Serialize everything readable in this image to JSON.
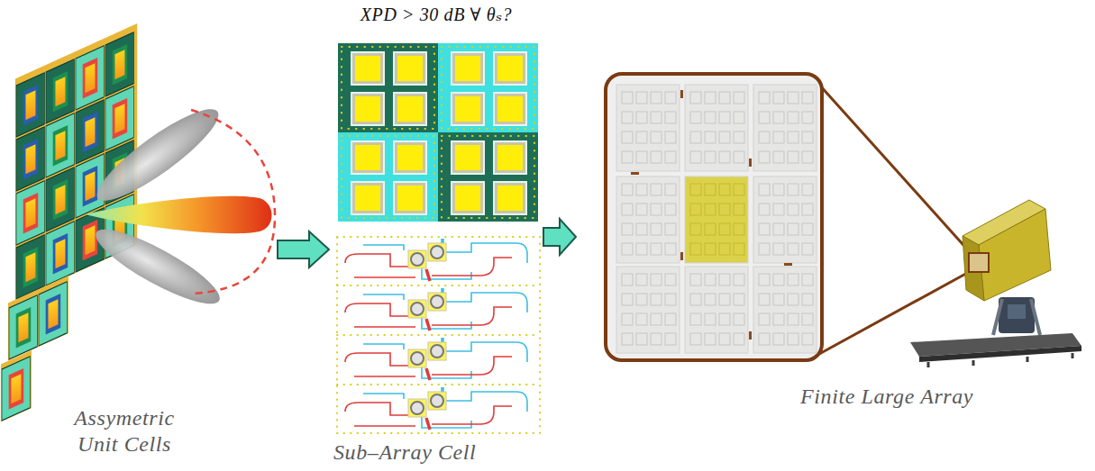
{
  "diagram": {
    "nodes": [
      {
        "text": [
          "Assymetric Unit Cells"
        ]
      },
      {
        "text": [
          "XPD > 30 dB ∀ θₛ?",
          "Sub–Array Cell"
        ]
      },
      {
        "text": [
          "Finite Large Array"
        ]
      }
    ],
    "edges": [
      {
        "from": 0,
        "to": 1,
        "arrow": "to"
      },
      {
        "from": 1,
        "to": 2,
        "arrow": "to"
      }
    ]
  }
}
